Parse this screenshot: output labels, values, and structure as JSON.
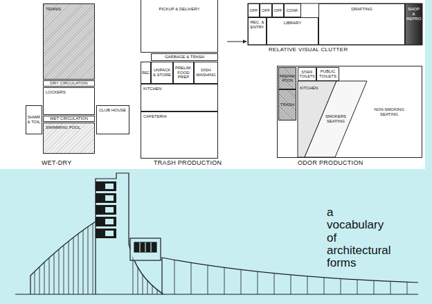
{
  "diagram": {
    "title": "a vocabulary of architectural forms",
    "nodes": [
      {
        "text": [
          "TENNIS"
        ]
      },
      {
        "text": [
          "DRY CIRCULATION"
        ]
      },
      {
        "text": [
          "SHWR & TOIL"
        ]
      },
      {
        "text": [
          "LOCKERS"
        ]
      },
      {
        "text": [
          "CLUB HOUSE"
        ]
      },
      {
        "text": [
          "WET CIRCULATION"
        ]
      },
      {
        "text": [
          "SWIMMING POOL"
        ]
      },
      {
        "text": [
          "PICKUP & DELIVERY"
        ]
      },
      {
        "text": [
          "GARBAGE & TRASH"
        ]
      },
      {
        "text": [
          "REC."
        ]
      },
      {
        "text": [
          "UNPACK & STORE"
        ]
      },
      {
        "text": [
          "PRELIM. FOOD PREP"
        ]
      },
      {
        "text": [
          "DISH WASHING"
        ]
      },
      {
        "text": [
          "KITCHEN"
        ]
      },
      {
        "text": [
          "CAFETERIA"
        ]
      },
      {
        "text": [
          "OFF"
        ]
      },
      {
        "text": [
          "OFF"
        ]
      },
      {
        "text": [
          "OFF"
        ]
      },
      {
        "text": [
          "CONF."
        ]
      },
      {
        "text": [
          "REC. & ENTRY"
        ]
      },
      {
        "text": [
          "LIBRARY"
        ]
      },
      {
        "text": [
          "DRAFTING"
        ]
      },
      {
        "text": [
          "SHOP & REPRO"
        ]
      },
      {
        "text": [
          "NON-SMOKING SEATING"
        ]
      },
      {
        "text": [
          "STAFF TOILETS"
        ],
        "in": 23
      },
      {
        "text": [
          "PUBLIC TOILETS"
        ],
        "in": 23
      },
      {
        "text": [
          "PREPAR-ATION"
        ],
        "in": 23
      },
      {
        "text": [
          "TRASH"
        ],
        "in": 23
      },
      {
        "text": [
          "KITCHEN"
        ],
        "in": 23
      },
      {
        "text": [
          "SMOKERS SEATING"
        ],
        "in": 23
      }
    ],
    "labels": [
      "WET-DRY",
      "TRASH PRODUCTION",
      "RELATIVE VISUAL CLUTTER",
      "ODOR PRODUCTION"
    ]
  }
}
